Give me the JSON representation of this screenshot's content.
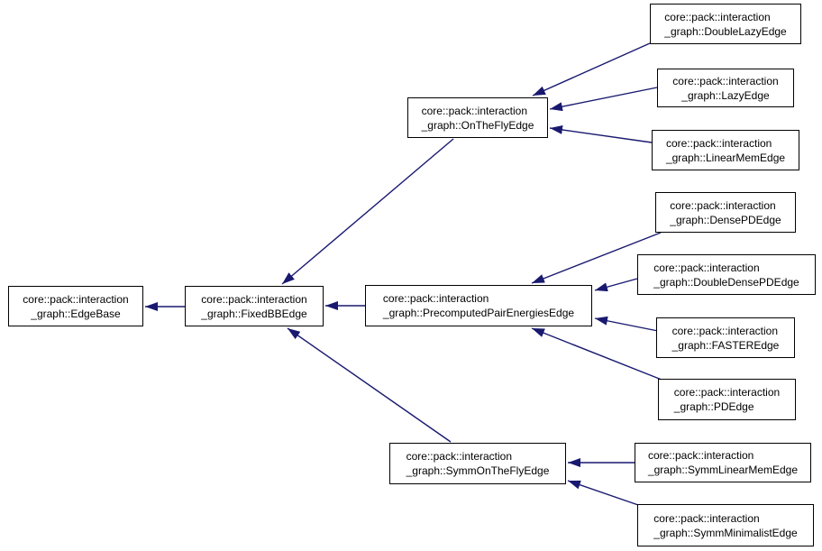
{
  "diagram": {
    "type": "class-inheritance-graph",
    "colors": {
      "background": "#ffffff",
      "box_fill": "#ffffff",
      "box_border": "#000000",
      "text": "#000000",
      "arrow": "#191970"
    },
    "nodes": {
      "edge_base": {
        "line1": "core::pack::interaction",
        "line2": "_graph::EdgeBase"
      },
      "fixed_bb_edge": {
        "line1": "core::pack::interaction",
        "line2": "_graph::FixedBBEdge"
      },
      "on_the_fly_edge": {
        "line1": "core::pack::interaction",
        "line2": "_graph::OnTheFlyEdge"
      },
      "precomputed_pair_energies_edge": {
        "line1": "core::pack::interaction",
        "line2": "_graph::PrecomputedPairEnergiesEdge"
      },
      "symm_on_the_fly_edge": {
        "line1": "core::pack::interaction",
        "line2": "_graph::SymmOnTheFlyEdge"
      },
      "double_lazy_edge": {
        "line1": "core::pack::interaction",
        "line2": "_graph::DoubleLazyEdge"
      },
      "lazy_edge": {
        "line1": "core::pack::interaction",
        "line2": "_graph::LazyEdge"
      },
      "linear_mem_edge": {
        "line1": "core::pack::interaction",
        "line2": "_graph::LinearMemEdge"
      },
      "dense_pd_edge": {
        "line1": "core::pack::interaction",
        "line2": "_graph::DensePDEdge"
      },
      "double_dense_pd_edge": {
        "line1": "core::pack::interaction",
        "line2": "_graph::DoubleDensePDEdge"
      },
      "faster_edge": {
        "line1": "core::pack::interaction",
        "line2": "_graph::FASTEREdge"
      },
      "pd_edge": {
        "line1": "core::pack::interaction",
        "line2": "_graph::PDEdge"
      },
      "symm_linear_mem_edge": {
        "line1": "core::pack::interaction",
        "line2": "_graph::SymmLinearMemEdge"
      },
      "symm_minimalist_edge": {
        "line1": "core::pack::interaction",
        "line2": "_graph::SymmMinimalistEdge"
      }
    },
    "inheritance": [
      {
        "derived": "core::pack::interaction_graph::FixedBBEdge",
        "base": "core::pack::interaction_graph::EdgeBase"
      },
      {
        "derived": "core::pack::interaction_graph::OnTheFlyEdge",
        "base": "core::pack::interaction_graph::FixedBBEdge"
      },
      {
        "derived": "core::pack::interaction_graph::PrecomputedPairEnergiesEdge",
        "base": "core::pack::interaction_graph::FixedBBEdge"
      },
      {
        "derived": "core::pack::interaction_graph::SymmOnTheFlyEdge",
        "base": "core::pack::interaction_graph::FixedBBEdge"
      },
      {
        "derived": "core::pack::interaction_graph::DoubleLazyEdge",
        "base": "core::pack::interaction_graph::OnTheFlyEdge"
      },
      {
        "derived": "core::pack::interaction_graph::LazyEdge",
        "base": "core::pack::interaction_graph::OnTheFlyEdge"
      },
      {
        "derived": "core::pack::interaction_graph::LinearMemEdge",
        "base": "core::pack::interaction_graph::OnTheFlyEdge"
      },
      {
        "derived": "core::pack::interaction_graph::DensePDEdge",
        "base": "core::pack::interaction_graph::PrecomputedPairEnergiesEdge"
      },
      {
        "derived": "core::pack::interaction_graph::DoubleDensePDEdge",
        "base": "core::pack::interaction_graph::PrecomputedPairEnergiesEdge"
      },
      {
        "derived": "core::pack::interaction_graph::FASTEREdge",
        "base": "core::pack::interaction_graph::PrecomputedPairEnergiesEdge"
      },
      {
        "derived": "core::pack::interaction_graph::PDEdge",
        "base": "core::pack::interaction_graph::PrecomputedPairEnergiesEdge"
      },
      {
        "derived": "core::pack::interaction_graph::SymmLinearMemEdge",
        "base": "core::pack::interaction_graph::SymmOnTheFlyEdge"
      },
      {
        "derived": "core::pack::interaction_graph::SymmMinimalistEdge",
        "base": "core::pack::interaction_graph::SymmOnTheFlyEdge"
      }
    ]
  }
}
